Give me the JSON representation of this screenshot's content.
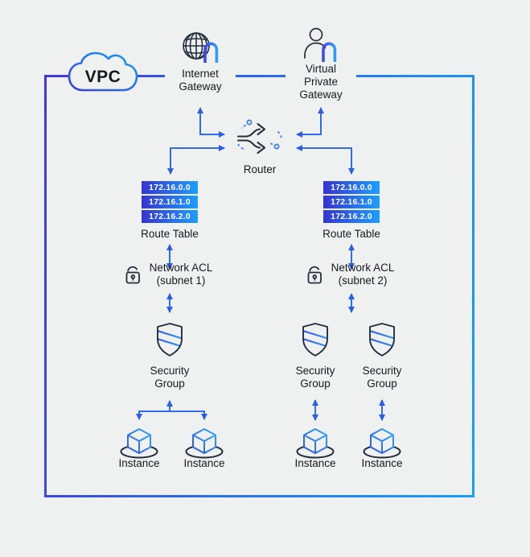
{
  "vpc": {
    "label": "VPC"
  },
  "internet_gateway": {
    "lines": [
      "Internet",
      "Gateway"
    ]
  },
  "virtual_private_gateway": {
    "lines": [
      "Virtual",
      "Private",
      "Gateway"
    ]
  },
  "router": {
    "label": "Router"
  },
  "route_tables": {
    "left": {
      "label": "Route Table",
      "entries": [
        "172.16.0.0",
        "172.16.1.0",
        "172.16.2.0"
      ]
    },
    "right": {
      "label": "Route Table",
      "entries": [
        "172.16.0.0",
        "172.16.1.0",
        "172.16.2.0"
      ]
    }
  },
  "network_acls": {
    "left": {
      "lines": [
        "Network ACL",
        "(subnet 1)"
      ]
    },
    "right": {
      "lines": [
        "Network ACL",
        "(subnet 2)"
      ]
    }
  },
  "security_group": {
    "lines": [
      "Security",
      "Group"
    ]
  },
  "instance": {
    "label": "Instance"
  },
  "colors": {
    "background": "#eff1f1",
    "outline_dark": "#232f3e",
    "text": "#16191f",
    "arrow_blue": "#2e6ce9",
    "border_gradient_start": "#4337da",
    "border_gradient_end": "#159ff8",
    "route_row_gradient_start": "#3634d1",
    "route_row_gradient_end": "#1d9eff",
    "route_row_text": "#ffffff"
  }
}
